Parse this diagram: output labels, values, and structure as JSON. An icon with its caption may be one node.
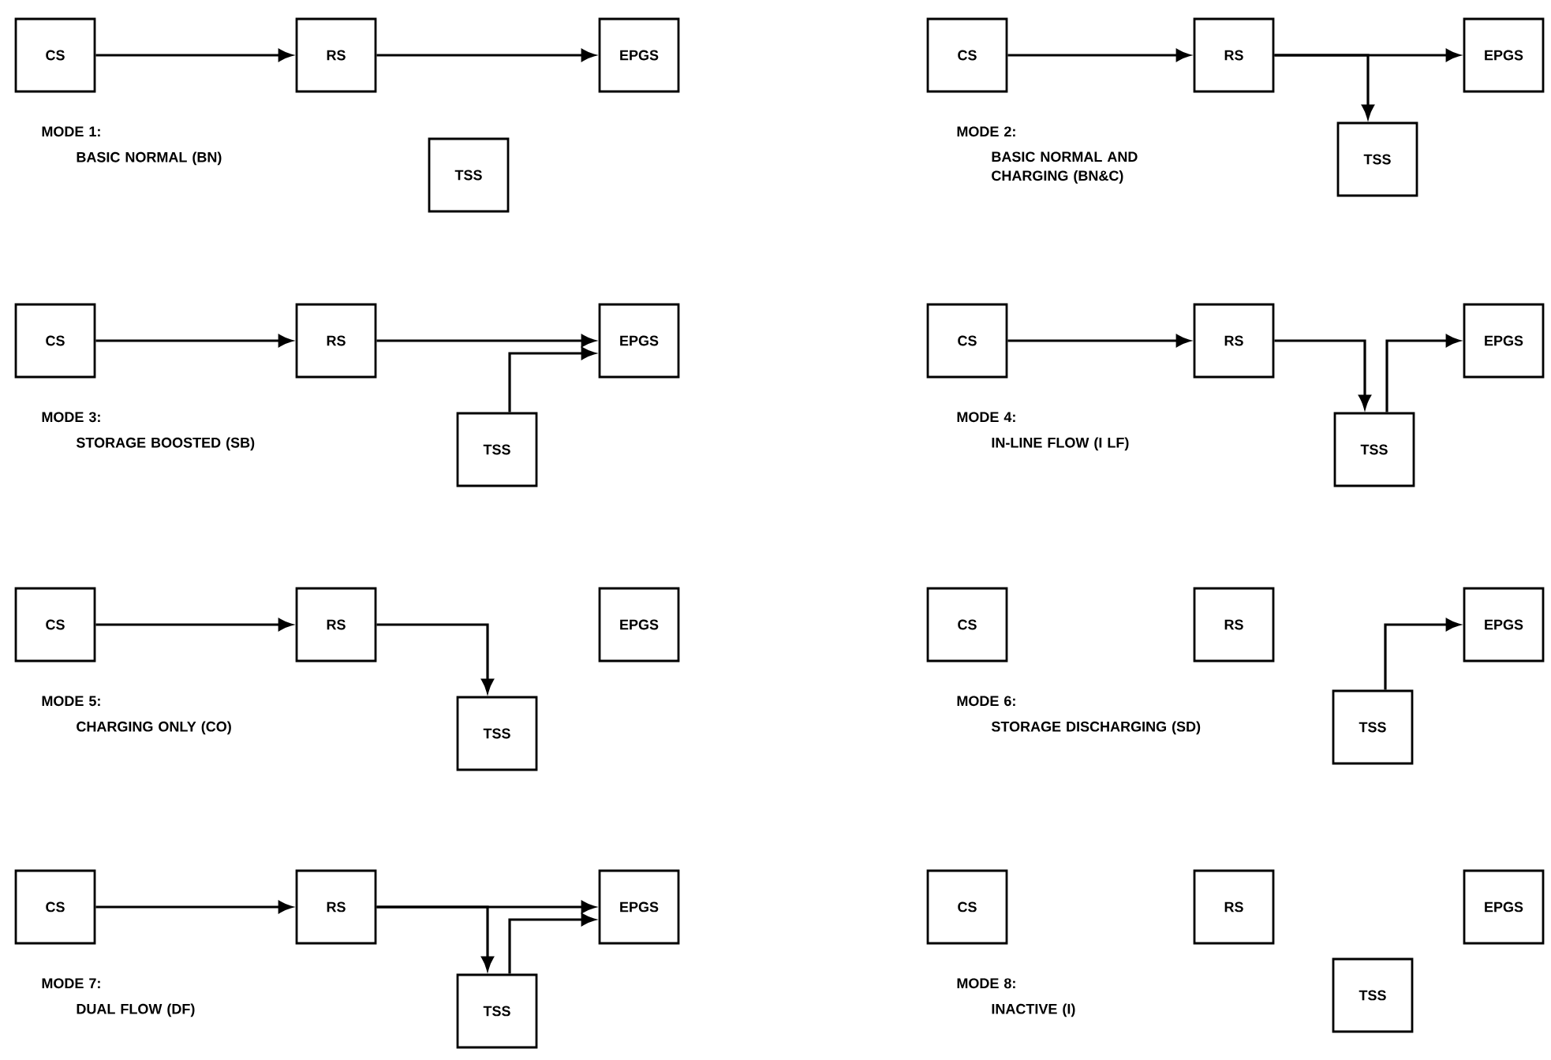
{
  "diagram": {
    "nodes": [
      {
        "text": [
          "CS"
        ]
      },
      {
        "text": [
          "RS"
        ]
      },
      {
        "text": [
          "EPGS"
        ]
      },
      {
        "text": [
          "TSS"
        ]
      },
      {
        "text": [
          "CS"
        ]
      },
      {
        "text": [
          "RS"
        ]
      },
      {
        "text": [
          "EPGS"
        ]
      },
      {
        "text": [
          "TSS"
        ]
      },
      {
        "text": [
          "CS"
        ]
      },
      {
        "text": [
          "RS"
        ]
      },
      {
        "text": [
          "EPGS"
        ]
      },
      {
        "text": [
          "TSS"
        ]
      },
      {
        "text": [
          "CS"
        ]
      },
      {
        "text": [
          "RS"
        ]
      },
      {
        "text": [
          "EPGS"
        ]
      },
      {
        "text": [
          "TSS"
        ]
      },
      {
        "text": [
          "CS"
        ]
      },
      {
        "text": [
          "RS"
        ]
      },
      {
        "text": [
          "EPGS"
        ]
      },
      {
        "text": [
          "TSS"
        ]
      },
      {
        "text": [
          "CS"
        ]
      },
      {
        "text": [
          "RS"
        ]
      },
      {
        "text": [
          "EPGS"
        ]
      },
      {
        "text": [
          "TSS"
        ]
      },
      {
        "text": [
          "CS"
        ]
      },
      {
        "text": [
          "RS"
        ]
      },
      {
        "text": [
          "EPGS"
        ]
      },
      {
        "text": [
          "TSS"
        ]
      },
      {
        "text": [
          "CS"
        ]
      },
      {
        "text": [
          "RS"
        ]
      },
      {
        "text": [
          "EPGS"
        ]
      },
      {
        "text": [
          "TSS"
        ]
      }
    ],
    "edges": [
      {
        "from": 0,
        "to": 1,
        "arrow": "to"
      },
      {
        "from": 1,
        "to": 2,
        "arrow": "to"
      },
      {
        "from": 4,
        "to": 5,
        "arrow": "to"
      },
      {
        "from": 5,
        "to": 6,
        "arrow": "to"
      },
      {
        "from": 5,
        "to": 7,
        "arrow": "to"
      },
      {
        "from": 8,
        "to": 9,
        "arrow": "to"
      },
      {
        "from": 9,
        "to": 10,
        "arrow": "to"
      },
      {
        "from": 11,
        "to": 10,
        "arrow": "to"
      },
      {
        "from": 12,
        "to": 13,
        "arrow": "to"
      },
      {
        "from": 13,
        "to": 15,
        "arrow": "to"
      },
      {
        "from": 15,
        "to": 14,
        "arrow": "to"
      },
      {
        "from": 16,
        "to": 17,
        "arrow": "to"
      },
      {
        "from": 17,
        "to": 19,
        "arrow": "to"
      },
      {
        "from": 23,
        "to": 22,
        "arrow": "to"
      },
      {
        "from": 24,
        "to": 25,
        "arrow": "to"
      },
      {
        "from": 25,
        "to": 26,
        "arrow": "to"
      },
      {
        "from": 25,
        "to": 27,
        "arrow": "to"
      },
      {
        "from": 27,
        "to": 26,
        "arrow": "to"
      }
    ],
    "labels": [
      "MODE 1:",
      "BASIC NORMAL (BN)",
      "MODE 2:",
      "BASIC NORMAL AND CHARGING (BN&C)",
      "MODE 3:",
      "STORAGE BOOSTED (SB)",
      "MODE 4:",
      "IN-LINE FLOW (I LF)",
      "MODE 5:",
      "CHARGING ONLY (CO)",
      "MODE 6:",
      "STORAGE DISCHARGING (SD)",
      "MODE 7:",
      "DUAL FLOW (DF)",
      "MODE 8:",
      "INACTIVE (I)"
    ]
  }
}
